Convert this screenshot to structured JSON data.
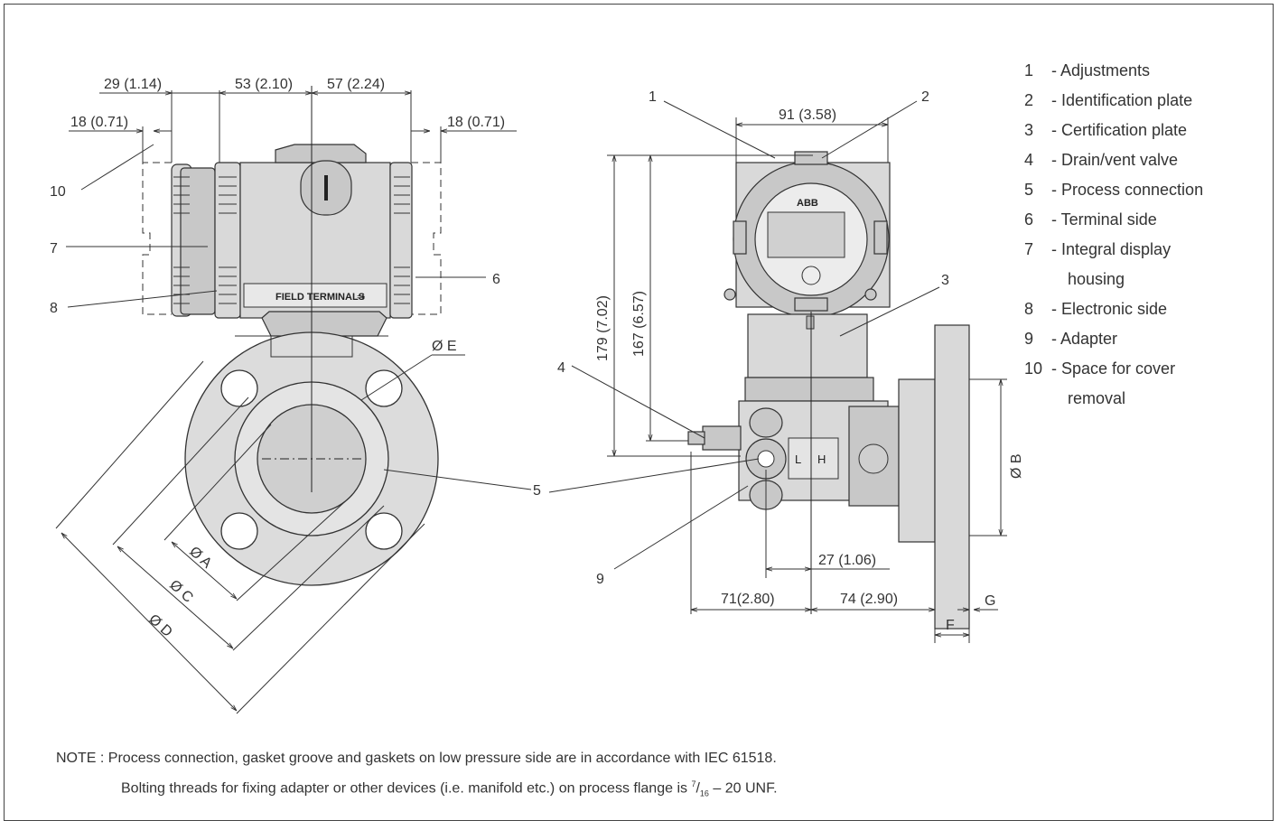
{
  "dimensions": {
    "d_29": "29 (1.14)",
    "d_53": "53 (2.10)",
    "d_57": "57 (2.24)",
    "d_18_left": "18 (0.71)",
    "d_18_right": "18 (0.71)",
    "d_91": "91 (3.58)",
    "d_179": "179 (7.02)",
    "d_167": "167 (6.57)",
    "d_27": "27 (1.06)",
    "d_71": "71(2.80)",
    "d_74": "74 (2.90)",
    "d_phiE": "Ø E",
    "d_phiA": "Ø A",
    "d_phiC": "Ø C",
    "d_phiD": "Ø D",
    "d_phiB": "Ø B",
    "d_F": "F",
    "d_G": "G"
  },
  "callouts": {
    "c1": "1",
    "c2": "2",
    "c3": "3",
    "c4": "4",
    "c5": "5",
    "c6": "6",
    "c7": "7",
    "c8": "8",
    "c9": "9",
    "c10": "10"
  },
  "device_text": {
    "field_terminals": "FIELD TERMINALS",
    "brand": "ABB",
    "L": "L",
    "H": "H"
  },
  "legend": [
    {
      "num": "1",
      "text": "- Adjustments"
    },
    {
      "num": "2",
      "text": "- Identification plate"
    },
    {
      "num": "3",
      "text": "- Certification plate"
    },
    {
      "num": "4",
      "text": "- Drain/vent valve"
    },
    {
      "num": "5",
      "text": "- Process connection"
    },
    {
      "num": "6",
      "text": "- Terminal side"
    },
    {
      "num": "7",
      "text": "- Integral display",
      "cont": "housing"
    },
    {
      "num": "8",
      "text": "- Electronic side"
    },
    {
      "num": "9",
      "text": "- Adapter"
    },
    {
      "num": "10",
      "text": "- Space for cover",
      "cont": "removal"
    }
  ],
  "note": {
    "prefix": "NOTE :",
    "line1": "Process connection, gasket groove and gaskets on low pressure side are in accordance with IEC 61518.",
    "line2_a": "Bolting threads for fixing adapter or other devices (i.e. manifold etc.) on process flange is",
    "frac_num": "7",
    "frac_den": "16",
    "line2_b": "– 20 UNF."
  }
}
